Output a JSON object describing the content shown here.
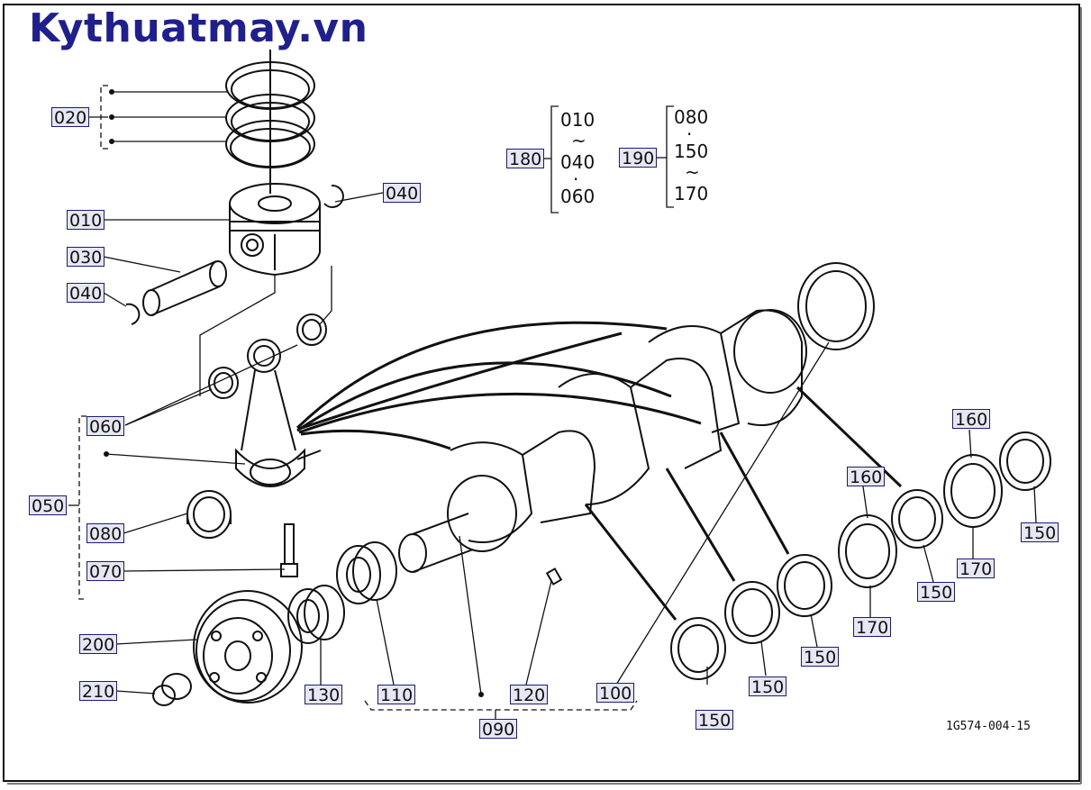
{
  "brand": {
    "text": "Kythuatmay.vn",
    "color": "#1f1f8f"
  },
  "drawing_code": "1G574-004-15",
  "callouts": {
    "c020": "020",
    "c010": "010",
    "c030": "030",
    "c040a": "040",
    "c040b": "040",
    "c060": "060",
    "c050": "050",
    "c080": "080",
    "c070": "070",
    "c200": "200",
    "c210": "210",
    "c130": "130",
    "c110": "110",
    "c120": "120",
    "c090": "090",
    "c100": "100",
    "c150a": "150",
    "c150b": "150",
    "c150c": "150",
    "c150d": "150",
    "c150e": "150",
    "c160a": "160",
    "c160b": "160",
    "c170a": "170",
    "c170b": "170",
    "c180": "180",
    "c190": "190"
  },
  "set_180": [
    "010",
    "~",
    "040",
    "·",
    "060"
  ],
  "set_190": [
    "080",
    "·",
    "150",
    "~",
    "170"
  ],
  "colors": {
    "label_border": "#1b1b7a",
    "label_fill": "#e6e6f4",
    "line": "#111111"
  }
}
